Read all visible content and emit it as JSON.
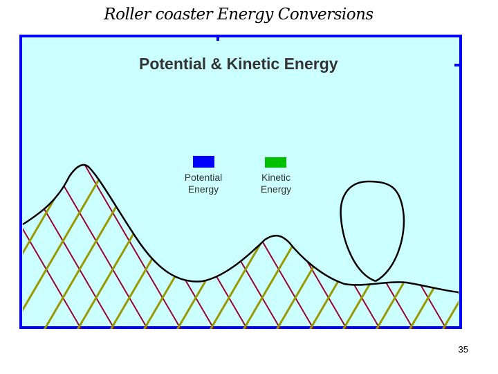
{
  "slide": {
    "title": "Roller coaster Energy Conversions",
    "page_number": "35"
  },
  "diagram": {
    "heading": "Potential & Kinetic Energy",
    "legend": [
      {
        "label_line1": "Potential",
        "label_line2": "Energy",
        "color": "#0000ff"
      },
      {
        "label_line1": "Kinetic",
        "label_line2": "Energy",
        "color": "#00c000"
      }
    ],
    "colors": {
      "background": "#ccffff",
      "border": "#0000ff",
      "track": "#000000",
      "potential_hatch": "#990033",
      "kinetic_hatch": "#999900"
    }
  }
}
